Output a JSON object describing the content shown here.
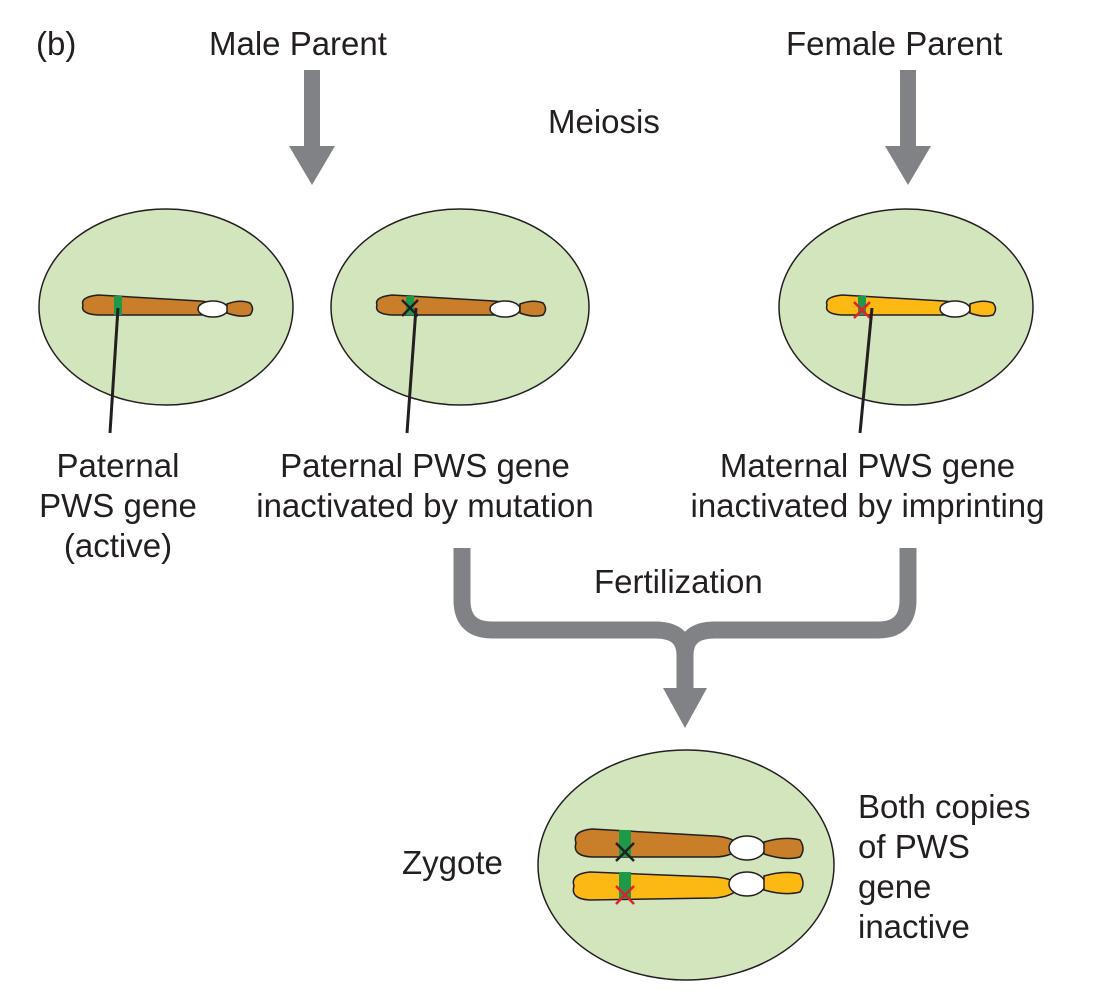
{
  "panel_label": "(b)",
  "male_parent": "Male Parent",
  "female_parent": "Female Parent",
  "meiosis": "Meiosis",
  "fertilization": "Fertilization",
  "label_paternal_active": [
    "Paternal",
    "PWS gene",
    "(active)"
  ],
  "label_paternal_mutation": [
    "Paternal PWS gene",
    "inactivated by mutation"
  ],
  "label_maternal_imprint": [
    "Maternal PWS gene",
    "inactivated by imprinting"
  ],
  "zygote": "Zygote",
  "both_copies": [
    "Both copies",
    "of PWS",
    "gene",
    "inactive"
  ],
  "colors": {
    "cell_fill": "#d3e5bd",
    "paternal_chromosome": "#c97f2a",
    "maternal_chromosome": "#fdb913",
    "gene_band": "#1c9a4a",
    "arrow": "#808285",
    "mutation_mark": "#231f20",
    "imprint_mark": "#e0202a"
  }
}
